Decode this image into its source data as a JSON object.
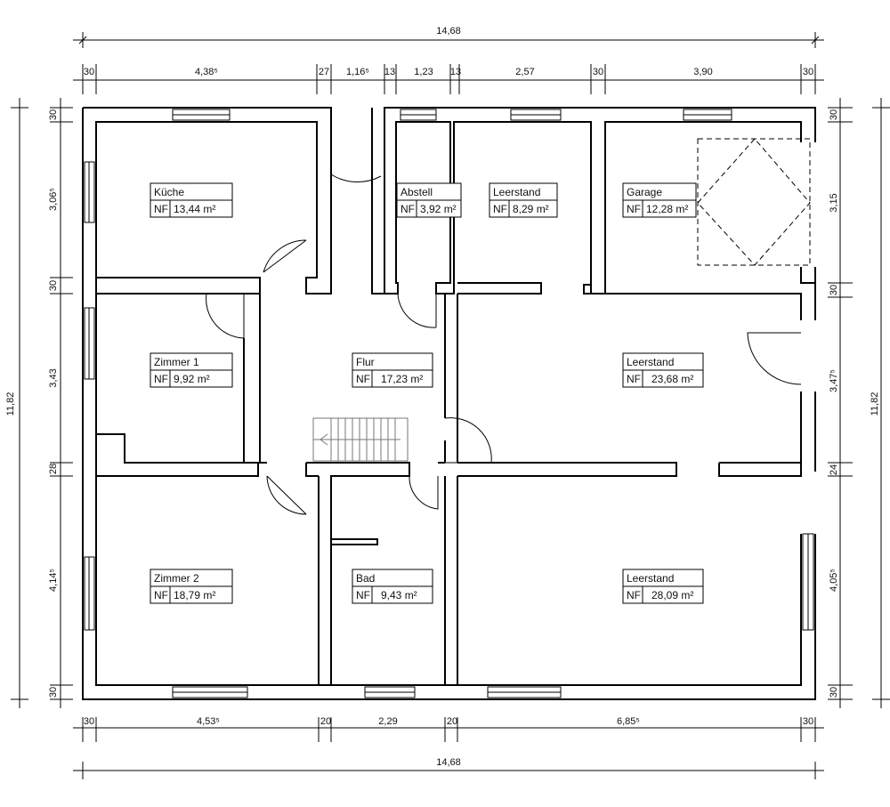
{
  "dimensions": {
    "top_total": "14,68",
    "top": [
      "30",
      "4,38⁵",
      "27",
      "1,16⁵",
      "13",
      "1,23",
      "13",
      "2,57",
      "30",
      "3,90",
      "30"
    ],
    "bottom": [
      "30",
      "4,53⁵",
      "20",
      "2,29",
      "20",
      "6,85⁵",
      "30"
    ],
    "bottom_total": "14,68",
    "left": [
      "30",
      "3,06⁵",
      "30",
      "3,43",
      "28",
      "4,14⁵",
      "30"
    ],
    "left_total": "11,82",
    "right": [
      "30",
      "3,15",
      "30",
      "3,47⁵",
      "24",
      "4,05⁵",
      "30"
    ],
    "right_total": "11,82"
  },
  "rooms": [
    {
      "name": "Küche",
      "nf": "NF",
      "area": "13,44 m²"
    },
    {
      "name": "Abstell",
      "nf": "NF",
      "area": "3,92 m²"
    },
    {
      "name": "Leerstand",
      "nf": "NF",
      "area": "8,29 m²"
    },
    {
      "name": "Garage",
      "nf": "NF",
      "area": "12,28 m²"
    },
    {
      "name": "Zimmer 1",
      "nf": "NF",
      "area": "9,92 m²"
    },
    {
      "name": "Flur",
      "nf": "NF",
      "area": "17,23 m²"
    },
    {
      "name": "Leerstand",
      "nf": "NF",
      "area": "23,68 m²"
    },
    {
      "name": "Zimmer 2",
      "nf": "NF",
      "area": "18,79 m²"
    },
    {
      "name": "Bad",
      "nf": "NF",
      "area": "9,43 m²"
    },
    {
      "name": "Leerstand",
      "nf": "NF",
      "area": "28,09 m²"
    }
  ]
}
